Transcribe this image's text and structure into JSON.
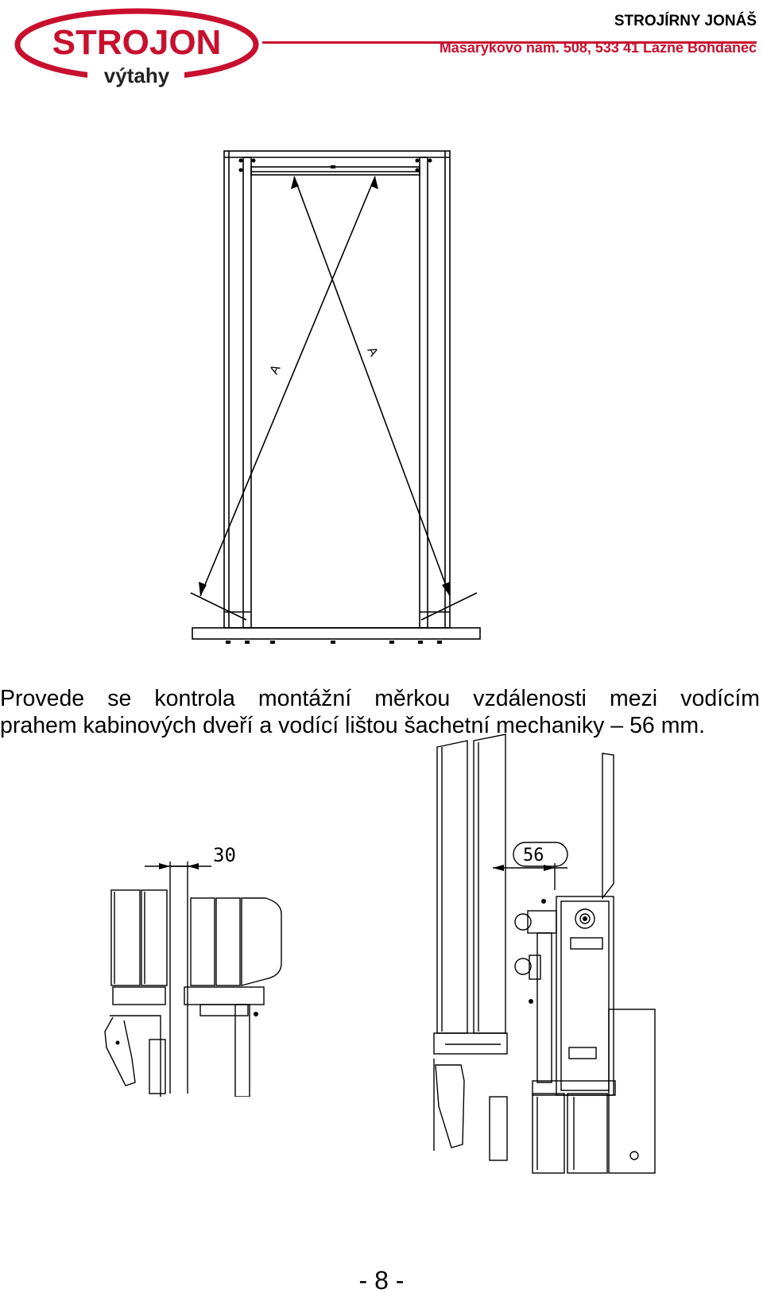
{
  "header": {
    "logo_text": "STROJON",
    "logo_subtext": "výtahy",
    "company_name": "STROJÍRNY JONÁŠ",
    "company_address": "Masarykovo nám. 508, 533 41 Lázně Bohdaneč",
    "brand_color": "#c8102e"
  },
  "figure1": {
    "diagonal_label_left": "A",
    "diagonal_label_right": "A"
  },
  "body": {
    "line1": "Provede se kontrola montážní měrkou vzdálenosti mezi vodícím",
    "line2": "prahem kabinových dveří a vodící lištou šachetní mechaniky – 56 mm."
  },
  "figure2": {
    "dimension_label": "30"
  },
  "figure3": {
    "dimension_label": "56"
  },
  "footer": {
    "page_number": "- 8 -"
  }
}
